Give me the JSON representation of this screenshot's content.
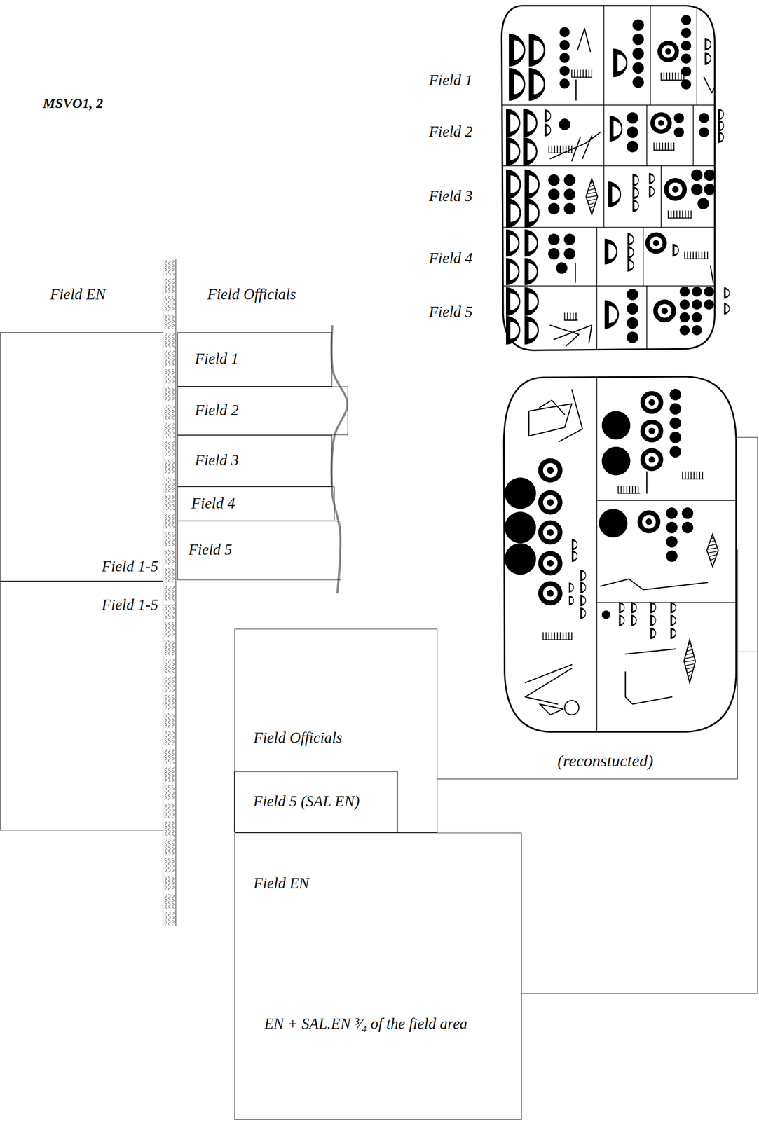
{
  "diagram": {
    "title": "MSVO1, 2",
    "nodes": [
      {
        "text": [
          "Field 1-5"
        ]
      },
      {
        "text": [
          "Field 1-5"
        ]
      },
      {
        "text": [
          "Field 1"
        ]
      },
      {
        "text": [
          "Field 2"
        ]
      },
      {
        "text": [
          "Field 3"
        ]
      },
      {
        "text": [
          "Field 4"
        ]
      },
      {
        "text": [
          "Field 5"
        ]
      },
      {
        "text": [
          "Field Officials"
        ]
      },
      {
        "text": [
          "Field 5 (SAL EN)"
        ],
        "in": 7
      },
      {
        "text": [
          "Field EN",
          "EN + SAL.EN ³⁄₄ of the field area"
        ]
      }
    ],
    "labels": [
      "Field EN",
      "Field Officials",
      "Field 1",
      "Field 2",
      "Field 3",
      "Field 4",
      "Field 5",
      "(reconstucted)"
    ]
  }
}
